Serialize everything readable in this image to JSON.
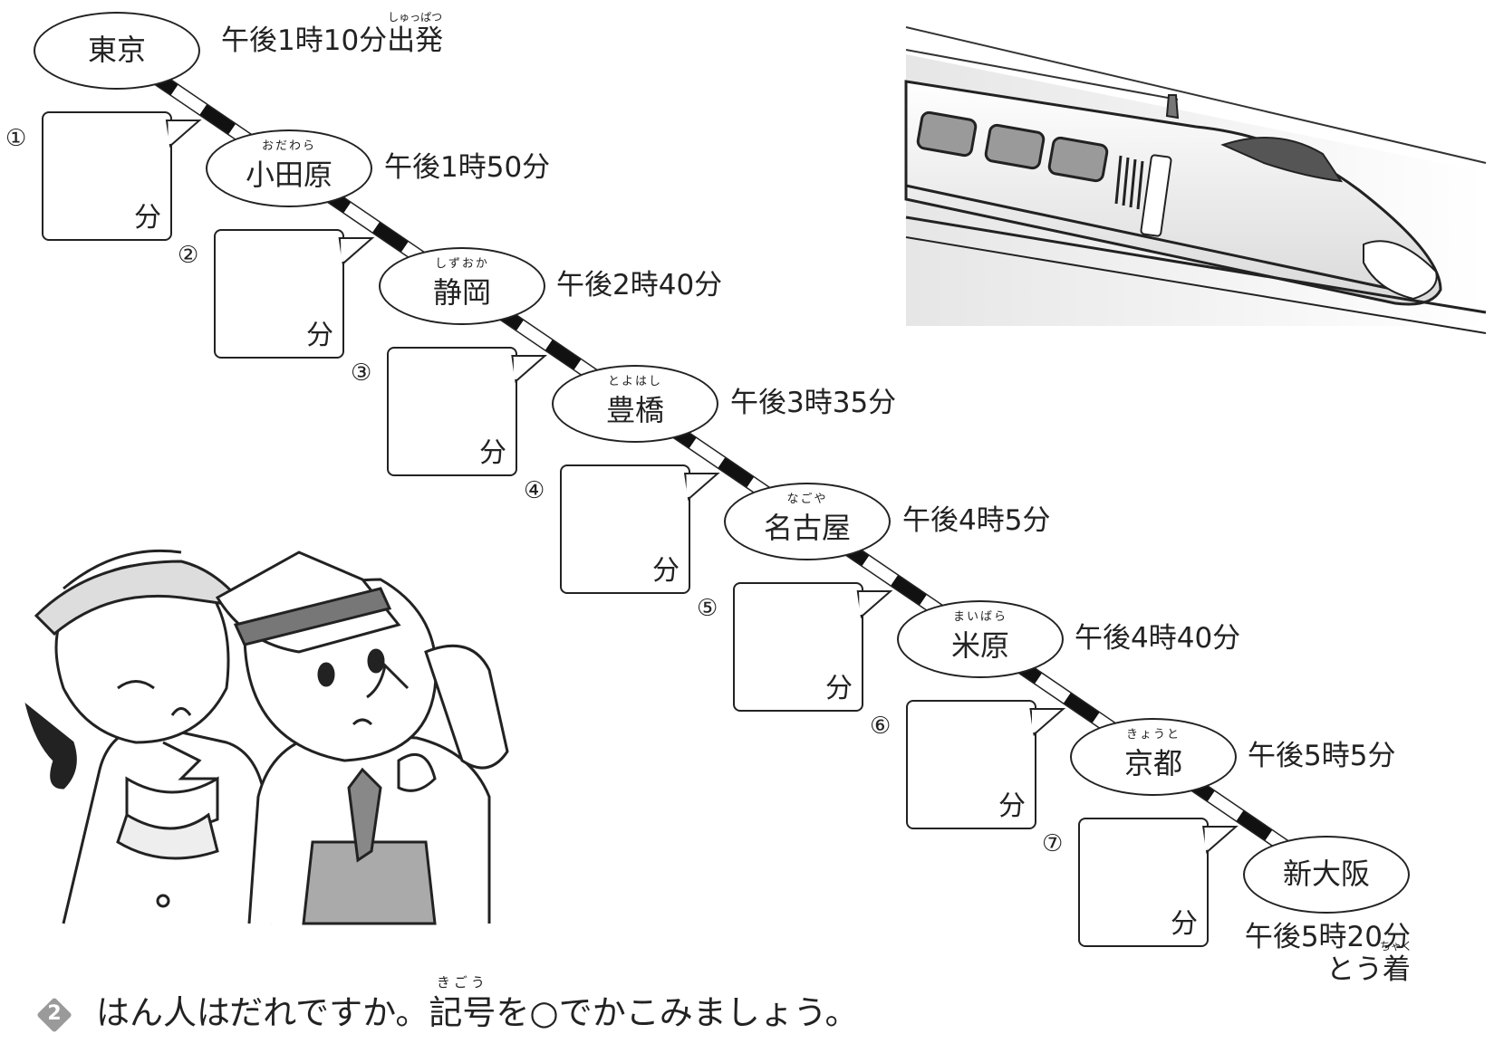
{
  "stations": [
    {
      "name": "東京",
      "furigana": "",
      "time": "午後1時10分",
      "time_suffix": "出発",
      "time_suffix_furigana": "しゅっぱつ"
    },
    {
      "name": "小田原",
      "furigana": "おだわら",
      "time": "午後1時50分"
    },
    {
      "name": "静岡",
      "furigana": "しずおか",
      "time": "午後2時40分"
    },
    {
      "name": "豊橋",
      "furigana": "とよはし",
      "time": "午後3時35分"
    },
    {
      "name": "名古屋",
      "furigana": "なごや",
      "time": "午後4時5分"
    },
    {
      "name": "米原",
      "furigana": "まいばら",
      "time": "午後4時40分"
    },
    {
      "name": "京都",
      "furigana": "きょうと",
      "time": "午後5時5分"
    },
    {
      "name": "新大阪",
      "furigana": "",
      "time": "午後5時20分",
      "time_suffix": "とう着",
      "time_suffix_furigana": "ちゃく"
    }
  ],
  "answer_boxes": [
    {
      "number": "①",
      "unit": "分"
    },
    {
      "number": "②",
      "unit": "分"
    },
    {
      "number": "③",
      "unit": "分"
    },
    {
      "number": "④",
      "unit": "分"
    },
    {
      "number": "⑤",
      "unit": "分"
    },
    {
      "number": "⑥",
      "unit": "分"
    },
    {
      "number": "⑦",
      "unit": "分"
    }
  ],
  "question": {
    "badge": "2",
    "text_before": "はん人はだれですか。",
    "ruby_word": "記号",
    "ruby_reading": "きごう",
    "text_after": "を○でかこみましょう。"
  },
  "illustrations": [
    "shinkansen-train",
    "detective-girl",
    "detective-boy"
  ]
}
